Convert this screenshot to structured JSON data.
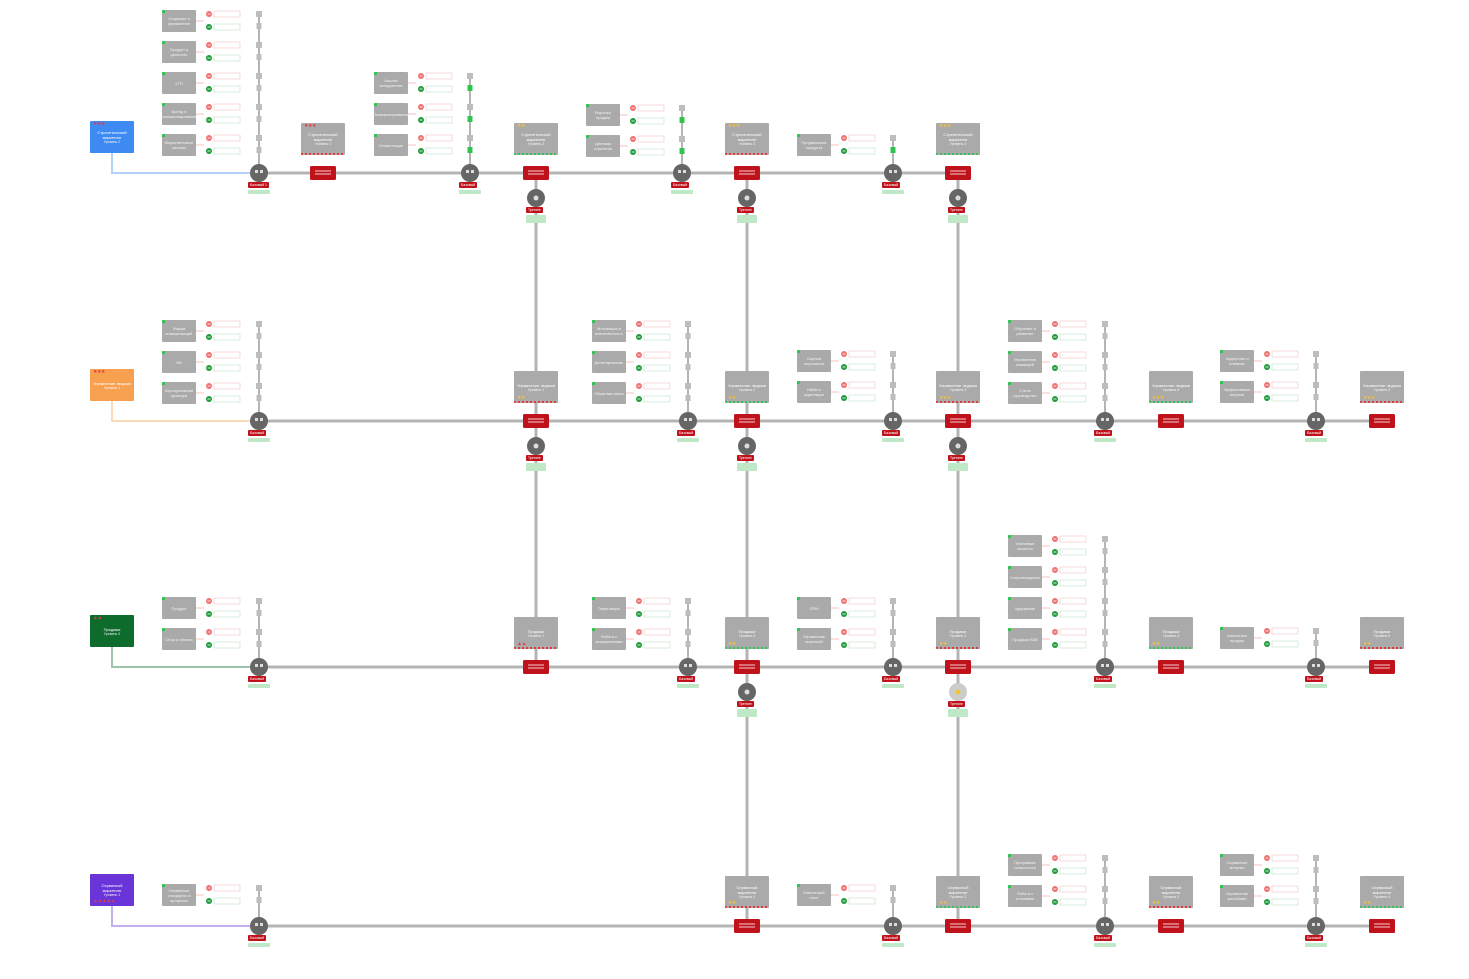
{
  "colors": {
    "line": "#b4b4b4",
    "box": "#aaaaaa",
    "hub": "#666666",
    "red": "#c0121b",
    "minus_red": "#f07070",
    "plus_green": "#1e9b3a",
    "green_sq": "#2ec44f",
    "star_red": "#e23b3b",
    "star_yellow": "#f2c23a",
    "star_purple": "#8a3fd1"
  },
  "starts": [
    {
      "name": "start-strategic-marketing",
      "title": "Стратегический маркетинг",
      "sub": "Уровень 2",
      "color": "#3d8bf2",
      "stars": "★★★",
      "star_color": "#e23b3b",
      "star_pos": "top"
    },
    {
      "name": "start-people-management",
      "title": "Управление людьми",
      "sub": "Уровень 1",
      "color": "#f7a050",
      "stars": "★★★",
      "star_color": "#e23b3b",
      "star_pos": "both"
    },
    {
      "name": "start-sales",
      "title": "Продажи",
      "sub": "Уровень 0",
      "color": "#0d6b2c",
      "stars": "▲▲",
      "star_color": "#e23b3b",
      "star_pos": "top"
    },
    {
      "name": "start-service-marketing",
      "title": "Сервисный маркетинг",
      "sub": "Уровень 1",
      "color": "#6a35d8",
      "stars": "▲▲▲▲▲",
      "star_color": "#e23b3b",
      "star_pos": "bot"
    }
  ],
  "rows": [
    {
      "id": "row1",
      "groups": [
        {
          "items": [
            "Создание и управление",
            "Продукт и ценность",
            "УТП",
            "Бренд и позиционирование",
            "Маркетинговые каналы"
          ],
          "hub_label": "Базовый 1"
        },
        {
          "items": [
            "Анализ конкурентов",
            "Позиционирование",
            "Сегментация"
          ],
          "hub_label": "Базовый"
        },
        {
          "items": [
            "Воронка продаж",
            "Ценовая стратегия"
          ],
          "hub_label": "Базовый"
        },
        {
          "items": [
            "Продвижение продукта"
          ],
          "hub_label": "Базовый"
        }
      ],
      "mains": [
        {
          "title": "Стратегический маркетинг",
          "sub": "Уровень 1",
          "stars": "★★★",
          "star_color": "#e23b3b"
        },
        {
          "title": "Стратегический маркетинг",
          "sub": "Уровень 2",
          "stars": "★★",
          "star_color": "#f2c23a"
        },
        {
          "title": "Стратегический маркетинг",
          "sub": "Уровень 3",
          "stars": "★★★",
          "star_color": "#f2c23a"
        },
        {
          "title": "Стратегический маркетинг",
          "sub": "Уровень 4",
          "stars": "★★★",
          "star_color": "#f2c23a"
        }
      ],
      "sub_label": "Тренинг"
    },
    {
      "id": "row2",
      "groups": [
        {
          "items": [
            "Форма коммуникаций",
            "HR",
            "Корпоративная культура"
          ],
          "hub_label": "Базовый"
        },
        {
          "items": [
            "Мотивация и вовлечённость",
            "Делегирование",
            "Обратная связь"
          ],
          "hub_label": "Базовый"
        },
        {
          "items": [
            "Оценка персонала",
            "Найм и адаптация"
          ],
          "hub_label": "Базовый"
        },
        {
          "items": [
            "Обучение и развитие",
            "Управление командой",
            "Стиль руководства"
          ],
          "hub_label": "Базовый"
        },
        {
          "items": [
            "Лидерство и влияние",
            "Эффективные встречи"
          ],
          "hub_label": "Базовый"
        }
      ],
      "mains": [
        {
          "title": "Управление людьми",
          "sub": "Уровень 1",
          "stars": "★★",
          "star_color": "#f2c23a"
        },
        {
          "title": "Управление людьми",
          "sub": "Уровень 2",
          "stars": "★★",
          "star_color": "#f2c23a"
        },
        {
          "title": "Управление людьми",
          "sub": "Уровень 3",
          "stars": "★★★",
          "star_color": "#f2c23a"
        },
        {
          "title": "Управление людьми",
          "sub": "Уровень 4",
          "stars": "★★★",
          "star_color": "#f2c23a"
        },
        {
          "title": "Управление людьми",
          "sub": "Уровень 5",
          "stars": "★★★",
          "star_color": "#f2c23a"
        }
      ],
      "sub_label": "Тренинг"
    },
    {
      "id": "row3",
      "groups": [
        {
          "items": [
            "Продукт",
            "Сбор и анализ"
          ],
          "hub_label": "Базовый"
        },
        {
          "items": [
            "Переговоры",
            "Работа с возражениями"
          ],
          "hub_label": "Базовый"
        },
        {
          "items": [
            "CRM",
            "Управление воронкой"
          ],
          "hub_label": "Базовый"
        },
        {
          "items": [
            "Ключевые клиенты",
            "Сопровождение",
            "Удержание",
            "Продажи B2B"
          ],
          "hub_label": "Базовый"
        },
        {
          "items": [
            "Аналитика продаж"
          ],
          "hub_label": "Базовый"
        }
      ],
      "mains": [
        {
          "title": "Продажи",
          "sub": "Уровень 1",
          "stars": "▲▲",
          "star_color": "#e23b3b"
        },
        {
          "title": "Продажи",
          "sub": "Уровень 2",
          "stars": "★★",
          "star_color": "#f2c23a"
        },
        {
          "title": "Продажи",
          "sub": "Уровень 3",
          "stars": "★★",
          "star_color": "#f2c23a"
        },
        {
          "title": "Продажи",
          "sub": "Уровень 4",
          "stars": "★★",
          "star_color": "#f2c23a"
        },
        {
          "title": "Продажи",
          "sub": "Уровень 5",
          "stars": "★★",
          "star_color": "#f2c23a"
        }
      ],
      "sub_label": "Тренинг"
    },
    {
      "id": "row4",
      "groups": [
        {
          "items": [
            "Сервисные стандарты и процессы"
          ],
          "hub_label": "Базовый"
        },
        {
          "items": [
            "Клиентский опыт"
          ],
          "hub_label": "Базовый"
        },
        {
          "items": [
            "Программы лояльности",
            "Работа с отзывами"
          ],
          "hub_label": "Базовый"
        },
        {
          "items": [
            "Сервисные метрики",
            "Управление жалобами"
          ],
          "hub_label": "Базовый"
        }
      ],
      "mains": [
        {
          "title": "Сервисный маркетинг",
          "sub": "Уровень 1",
          "stars": "★★",
          "star_color": "#f2c23a"
        },
        {
          "title": "Сервисный маркетинг",
          "sub": "Уровень 2",
          "stars": "★★",
          "star_color": "#f2c23a"
        },
        {
          "title": "Сервисный маркетинг",
          "sub": "Уровень 3",
          "stars": "★★",
          "star_color": "#f2c23a"
        },
        {
          "title": "Сервисный маркетинг",
          "sub": "Уровень 4",
          "stars": "★★",
          "star_color": "#f2c23a"
        }
      ],
      "sub_label": "Тренинг"
    }
  ]
}
